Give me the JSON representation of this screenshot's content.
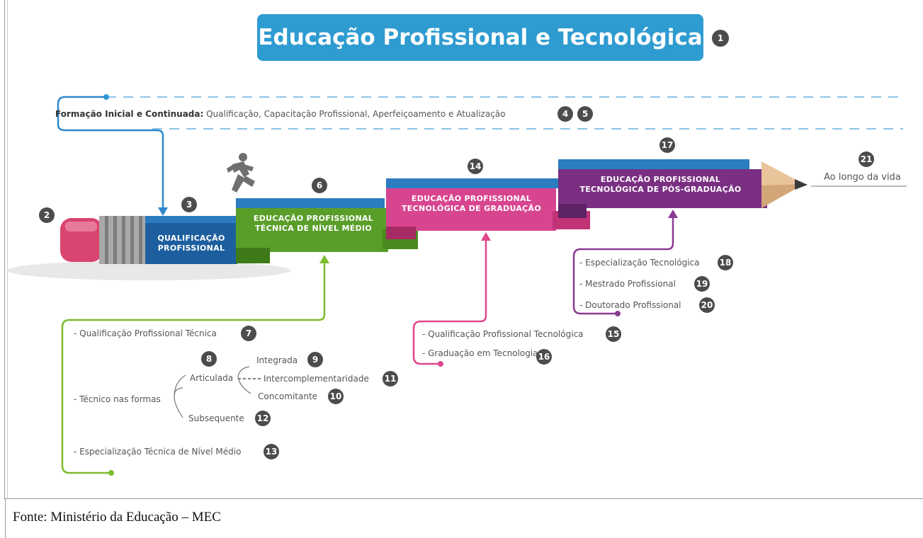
{
  "title": "Educação Profissional e Tecnológica",
  "caption": "Fonte: Ministério da Educação – MEC",
  "fic": {
    "bold": "Formação Inicial e Continuada:",
    "rest": " Qualificação, Capacitação Profissional, Aperfeiçoamento e Atualização"
  },
  "bands": {
    "qualificacao": [
      "QUALIFICAÇÃO",
      "PROFISSIONAL"
    ],
    "tecnica": [
      "EDUCAÇÃO PROFISSIONAL",
      "TÉCNICA DE NÍVEL MÉDIO"
    ],
    "graduacao": [
      "EDUCAÇÃO PROFISSIONAL",
      "TECNOLÓGICA DE GRADUAÇÃO"
    ],
    "posgrad": [
      "EDUCAÇÃO PROFISSIONAL",
      "TECNOLÓGICA DE PÓS-GRADUAÇÃO"
    ]
  },
  "ao_longo": "Ao longo da vida",
  "items": {
    "qpt": "- Qualificação Profissional Técnica",
    "tecnico_formas": "- Técnico nas formas",
    "articulada": "Articulada",
    "integrada": "Integrada",
    "intercomp": "Intercomplementaridade",
    "concomitante": "Concomitante",
    "subsequente": "Subsequente",
    "especializacao_tecnica": "- Especialização Técnica de Nível Médio",
    "qual_tecnologica": "- Qualificação Profissional Tecnológica",
    "graduacao_tec": "- Graduação em Tecnologia",
    "espec_tecnologica": "- Especialização Tecnológica",
    "mestrado": "- Mestrado Profissional",
    "doutorado": "- Doutorado Profissional"
  },
  "badges": {
    "b1": "1",
    "b2": "2",
    "b3": "3",
    "b4": "4",
    "b5": "5",
    "b6": "6",
    "b7": "7",
    "b8": "8",
    "b9": "9",
    "b10": "10",
    "b11": "11",
    "b12": "12",
    "b13": "13",
    "b14": "14",
    "b15": "15",
    "b16": "16",
    "b17": "17",
    "b18": "18",
    "b19": "19",
    "b20": "20",
    "b21": "21"
  },
  "colors": {
    "title": "#2e9bd1",
    "blue": "#1d6fae",
    "green": "#6eaa2c",
    "pink": "#d8458f",
    "purple": "#7a2f82",
    "badge": "#4c4c4c",
    "eraser": "#d94470"
  }
}
